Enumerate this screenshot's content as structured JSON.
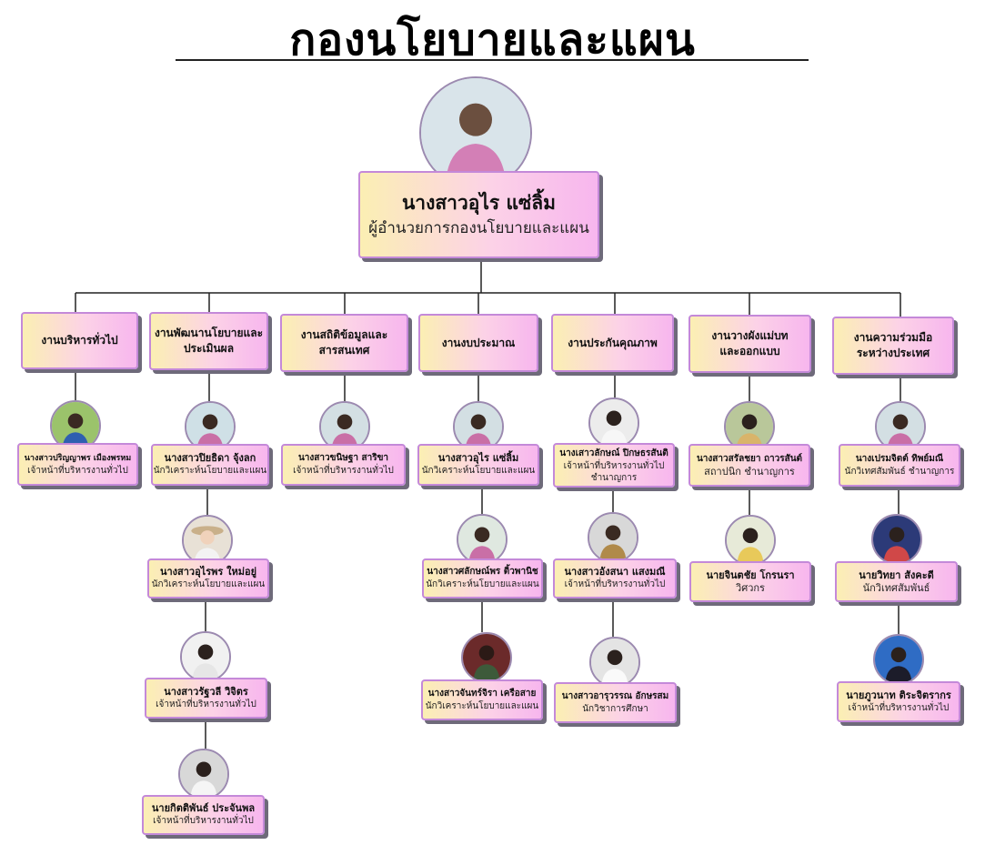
{
  "title": "กองนโยบายและแผน",
  "head": {
    "name": "นางสาวอุไร แซ่ลิ้ม",
    "role": "ผู้อำนวยการกองนโยบายและแผน"
  },
  "units": [
    {
      "name": "งานบริหารทั่วไป",
      "staff": [
        {
          "name": "นางสาวปริญญาพร เมืองพรหม",
          "role": "เจ้าหน้าที่บริหารงานทั่วไป"
        }
      ]
    },
    {
      "name": "งานพัฒนานโยบายและประเมินผล",
      "staff": [
        {
          "name": "นางสาวปิยธิดา จุ้งลก",
          "role": "นักวิเคราะห์นโยบายและแผน"
        },
        {
          "name": "นางสาวอุไรพร ใหม่อยู่",
          "role": "นักวิเคราะห์นโยบายและแผน"
        },
        {
          "name": "นางสาวรัฐวลี วิจิตร",
          "role": "เจ้าหน้าที่บริหารงานทั่วไป"
        },
        {
          "name": "นายกิตติพันธ์ ประจันพล",
          "role": "เจ้าหน้าที่บริหารงานทั่วไป"
        }
      ]
    },
    {
      "name": "งานสถิติข้อมูลและสารสนเทศ",
      "staff": [
        {
          "name": "นางสาวขนิษฐา สาริขา",
          "role": "เจ้าหน้าที่บริหารงานทั่วไป"
        }
      ]
    },
    {
      "name": "งานงบประมาณ",
      "staff": [
        {
          "name": "นางสาวอุไร แซ่ลิ้ม",
          "role": "นักวิเคราะห์นโยบายและแผน"
        },
        {
          "name": "นางสาวศลักษณ์พร ติ้วพานิช",
          "role": "นักวิเคราะห์นโยบายและแผน"
        },
        {
          "name": "นางสาวจันทร์จิรา เครือสาย",
          "role": "นักวิเคราะห์นโยบายและแผน"
        }
      ]
    },
    {
      "name": "งานประกันคุณภาพ",
      "staff": [
        {
          "name": "นางเสาวลักษณ์ ปิกษธรสันติ",
          "role": "เจ้าหน้าที่บริหารงานทั่วไป ชำนาญการ"
        },
        {
          "name": "นางสาวอังสนา แสงมณี",
          "role": "เจ้าหน้าที่บริหารงานทั่วไป"
        },
        {
          "name": "นางสาวอารุวรรณ อักษรสม",
          "role": "นักวิชาการศึกษา"
        }
      ]
    },
    {
      "name": "งานวางผังแม่บทและออกแบบ",
      "staff": [
        {
          "name": "นางสาวสรัลชยา ถาวรสันต์",
          "role": "สถาปนิก ชำนาญการ"
        },
        {
          "name": "นายจินตชัย โกรนรา",
          "role": "วิศวกร"
        }
      ]
    },
    {
      "name": "งานความร่วมมือระหว่างประเทศ",
      "staff": [
        {
          "name": "นางเปรมจิตต์ ทิพย์มณี",
          "role": "นักวิเทศสัมพันธ์ ชำนาญการ"
        },
        {
          "name": "นายวิทยา สังคะดี",
          "role": "นักวิเทศสัมพันธ์"
        },
        {
          "name": "นายภูวนาท ติระจิตรากร",
          "role": "เจ้าหน้าที่บริหารงานทั่วไป"
        }
      ]
    }
  ]
}
